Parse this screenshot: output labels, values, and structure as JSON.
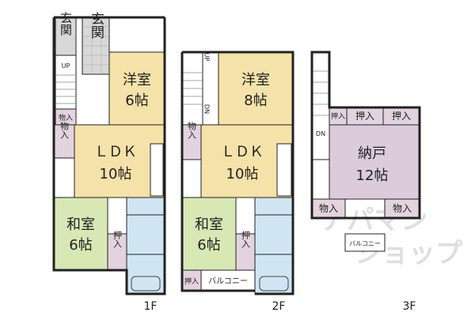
{
  "colors": {
    "ldk": "#f4e2a9",
    "yoshitsu": "#f4e2a9",
    "washitsu": "#d8e8b4",
    "storage": "#e3d3de",
    "nando": "#dccbdc",
    "wet": "#cfe6f2",
    "entry": "#d8d8d8",
    "wall": "#222222"
  },
  "floors": {
    "f1": {
      "label": "1F",
      "rooms": {
        "genkan_a": "玄関",
        "genkan_b": "玄関",
        "youshitsu": "洋室",
        "youshitsu_size": "6帖",
        "ldk": "ＬＤＫ",
        "ldk_size": "10帖",
        "washitsu": "和室",
        "washitsu_size": "6帖",
        "storage_small": "物入",
        "storage_left": "物入",
        "oshiire": "押入"
      },
      "stairs": "UP"
    },
    "f2": {
      "label": "2F",
      "rooms": {
        "youshitsu": "洋室",
        "youshitsu_size": "8帖",
        "ldk": "ＬＤＫ",
        "ldk_size": "10帖",
        "washitsu": "和室",
        "washitsu_size": "6帖",
        "storage_left": "物入",
        "oshiire": "押入",
        "oshiire_small": "押入",
        "balcony": "バルコニー"
      },
      "stairs_up": "UP",
      "stairs_down": "DN"
    },
    "f3": {
      "label": "3F",
      "rooms": {
        "nando": "納戸",
        "nando_size": "12帖",
        "oshiire_a": "押入",
        "oshiire_b": "押入",
        "oshiire_c": "押入",
        "storage_a": "物入",
        "storage_b": "物入",
        "balcony": "バルコニー"
      },
      "stairs": "DN"
    }
  },
  "watermark": {
    "line1": "アパマン",
    "line2": "ショップ"
  }
}
